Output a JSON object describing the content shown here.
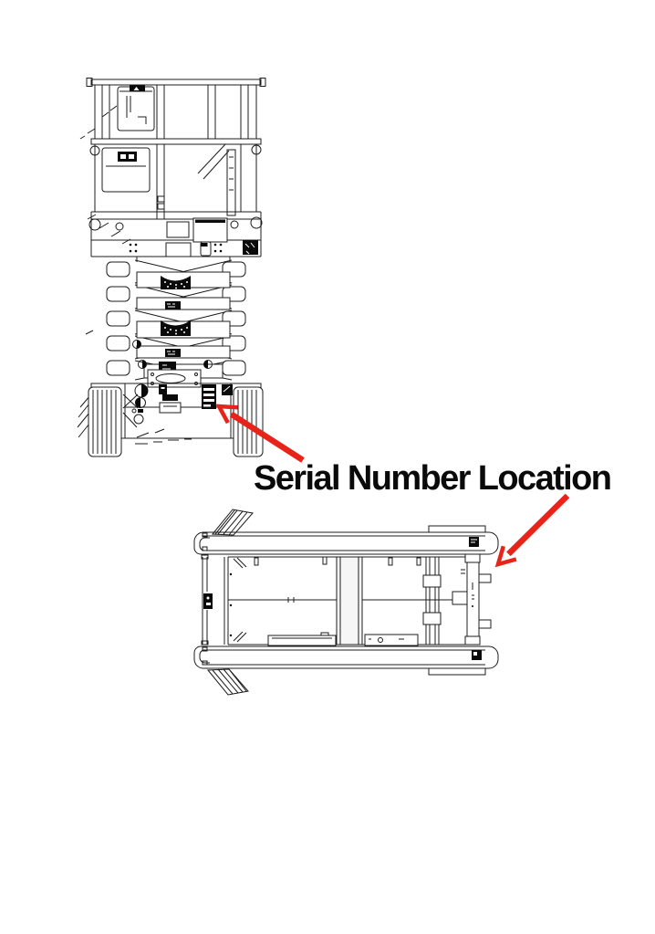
{
  "caption": {
    "text": "Serial Number Location"
  },
  "colors": {
    "arrow": "#e8231a",
    "line": "#1c1c1c",
    "label_black": "#0a0a0a",
    "background": "#ffffff"
  },
  "figures": {
    "front_view": "scissor-lift-front-view-elevated",
    "plan_view": "chassis-top-view"
  }
}
